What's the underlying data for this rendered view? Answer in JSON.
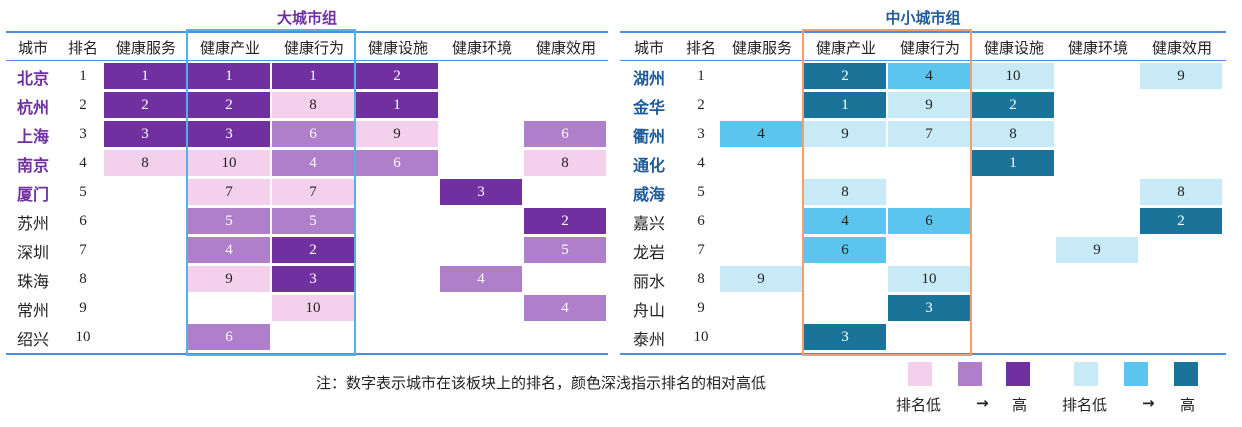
{
  "note": "注：数字表示城市在该板块上的排名，颜色深浅指示排名的相对高低",
  "headers": [
    "城市",
    "排名",
    "健康服务",
    "健康产业",
    "健康行为",
    "健康设施",
    "健康环境",
    "健康效用"
  ],
  "legend": {
    "low": "排名低",
    "arrow": "→",
    "high": "高"
  },
  "colors": {
    "big": {
      "title": "#7030a0",
      "line": "#4a90e2",
      "box": "#5aaee8",
      "l1": "#f3d0ec",
      "l2": "#b07fca",
      "l3": "#7030a0"
    },
    "small": {
      "title": "#1f5c99",
      "line": "#4a90e2",
      "box": "#f0a070",
      "l1": "#c8eaf7",
      "l2": "#5bc5ed",
      "l3": "#1a7398"
    }
  },
  "chart_data": [
    {
      "type": "heatmap",
      "title": "大城市组",
      "columns": [
        "健康服务",
        "健康产业",
        "健康行为",
        "健康设施",
        "健康环境",
        "健康效用"
      ],
      "rows": [
        {
          "city": "北京",
          "rank": 1,
          "bold": true,
          "values": [
            1,
            1,
            1,
            2,
            null,
            null
          ],
          "levels": [
            3,
            3,
            3,
            3,
            0,
            0
          ]
        },
        {
          "city": "杭州",
          "rank": 2,
          "bold": true,
          "values": [
            2,
            2,
            8,
            1,
            null,
            null
          ],
          "levels": [
            3,
            3,
            1,
            3,
            0,
            0
          ]
        },
        {
          "city": "上海",
          "rank": 3,
          "bold": true,
          "values": [
            3,
            3,
            6,
            9,
            null,
            6
          ],
          "levels": [
            3,
            3,
            2,
            1,
            0,
            2
          ]
        },
        {
          "city": "南京",
          "rank": 4,
          "bold": true,
          "values": [
            8,
            10,
            4,
            6,
            null,
            8
          ],
          "levels": [
            1,
            1,
            2,
            2,
            0,
            1
          ]
        },
        {
          "city": "厦门",
          "rank": 5,
          "bold": true,
          "values": [
            null,
            7,
            7,
            null,
            3,
            null
          ],
          "levels": [
            0,
            1,
            1,
            0,
            3,
            0
          ]
        },
        {
          "city": "苏州",
          "rank": 6,
          "bold": false,
          "values": [
            null,
            5,
            5,
            null,
            null,
            2
          ],
          "levels": [
            0,
            2,
            2,
            0,
            0,
            3
          ]
        },
        {
          "city": "深圳",
          "rank": 7,
          "bold": false,
          "values": [
            null,
            4,
            2,
            null,
            null,
            5
          ],
          "levels": [
            0,
            2,
            3,
            0,
            0,
            2
          ]
        },
        {
          "city": "珠海",
          "rank": 8,
          "bold": false,
          "values": [
            null,
            9,
            3,
            null,
            4,
            null
          ],
          "levels": [
            0,
            1,
            3,
            0,
            2,
            0
          ]
        },
        {
          "city": "常州",
          "rank": 9,
          "bold": false,
          "values": [
            null,
            null,
            10,
            null,
            null,
            4
          ],
          "levels": [
            0,
            0,
            1,
            0,
            0,
            2
          ]
        },
        {
          "city": "绍兴",
          "rank": 10,
          "bold": false,
          "values": [
            null,
            6,
            null,
            null,
            null,
            null
          ],
          "levels": [
            0,
            2,
            0,
            0,
            0,
            0
          ]
        }
      ]
    },
    {
      "type": "heatmap",
      "title": "中小城市组",
      "columns": [
        "健康服务",
        "健康产业",
        "健康行为",
        "健康设施",
        "健康环境",
        "健康效用"
      ],
      "rows": [
        {
          "city": "湖州",
          "rank": 1,
          "bold": true,
          "values": [
            null,
            2,
            4,
            10,
            null,
            9
          ],
          "levels": [
            0,
            3,
            2,
            1,
            0,
            1
          ]
        },
        {
          "city": "金华",
          "rank": 2,
          "bold": true,
          "values": [
            null,
            1,
            9,
            2,
            null,
            null
          ],
          "levels": [
            0,
            3,
            1,
            3,
            0,
            0
          ]
        },
        {
          "city": "衢州",
          "rank": 3,
          "bold": true,
          "values": [
            4,
            9,
            7,
            8,
            null,
            null
          ],
          "levels": [
            2,
            1,
            1,
            1,
            0,
            0
          ]
        },
        {
          "city": "通化",
          "rank": 4,
          "bold": true,
          "values": [
            null,
            null,
            null,
            1,
            null,
            null
          ],
          "levels": [
            0,
            0,
            0,
            3,
            0,
            0
          ]
        },
        {
          "city": "威海",
          "rank": 5,
          "bold": true,
          "values": [
            null,
            8,
            null,
            null,
            null,
            8
          ],
          "levels": [
            0,
            1,
            0,
            0,
            0,
            1
          ]
        },
        {
          "city": "嘉兴",
          "rank": 6,
          "bold": false,
          "values": [
            null,
            4,
            6,
            null,
            null,
            2
          ],
          "levels": [
            0,
            2,
            2,
            0,
            0,
            3
          ]
        },
        {
          "city": "龙岩",
          "rank": 7,
          "bold": false,
          "values": [
            null,
            6,
            null,
            null,
            9,
            null
          ],
          "levels": [
            0,
            2,
            0,
            0,
            1,
            0
          ]
        },
        {
          "city": "丽水",
          "rank": 8,
          "bold": false,
          "values": [
            9,
            null,
            10,
            null,
            null,
            null
          ],
          "levels": [
            1,
            0,
            1,
            0,
            0,
            0
          ]
        },
        {
          "city": "舟山",
          "rank": 9,
          "bold": false,
          "values": [
            null,
            null,
            3,
            null,
            null,
            null
          ],
          "levels": [
            0,
            0,
            3,
            0,
            0,
            0
          ]
        },
        {
          "city": "泰州",
          "rank": 10,
          "bold": false,
          "values": [
            null,
            3,
            null,
            null,
            null,
            null
          ],
          "levels": [
            0,
            3,
            0,
            0,
            0,
            0
          ]
        }
      ]
    }
  ]
}
